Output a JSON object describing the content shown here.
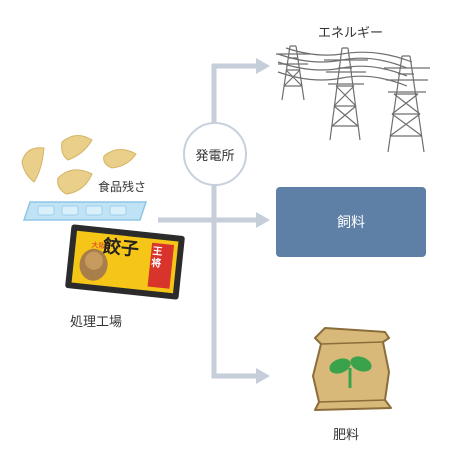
{
  "labels": {
    "energy": "エネルギー",
    "food_waste": "食品残さ",
    "power_plant": "発電所",
    "feed": "飼料",
    "processing_plant": "処理工場",
    "fertilizer": "肥料"
  },
  "package": {
    "main_text": "餃子",
    "sub_text": "王将",
    "small_text": "大阪"
  },
  "colors": {
    "arrow": "#c5ced9",
    "feed_box": "#5e7fa6",
    "package_bg": "#2b2b2b",
    "package_yellow": "#f5c518",
    "package_red": "#d9342b",
    "dumpling": "#e9cf8a",
    "tray": "#bfe2f5",
    "bag": "#d9b97a",
    "sprout": "#3aa24a",
    "tower": "#777777"
  }
}
